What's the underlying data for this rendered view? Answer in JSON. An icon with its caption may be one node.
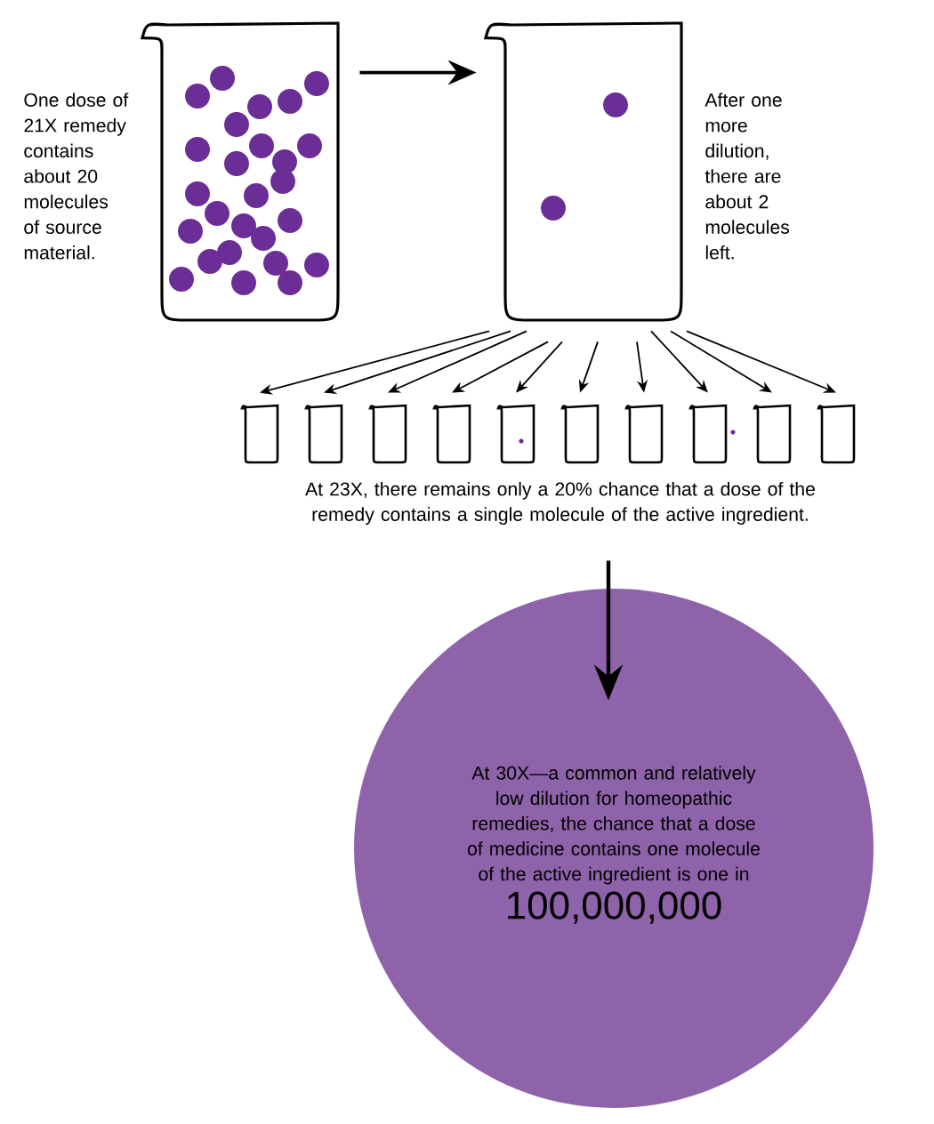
{
  "diagram": {
    "nodes": [
      {
        "text": [],
        "shape": "picture",
        "beside": [
          "One dose of 21X remedy contains about 20 molecules of source material."
        ]
      },
      {
        "text": [],
        "shape": "picture",
        "beside": [
          "After one more dilution, there are about 2 molecules left."
        ]
      },
      {
        "text": [],
        "shape": "picture"
      },
      {
        "text": [],
        "shape": "picture"
      },
      {
        "text": [],
        "shape": "picture"
      },
      {
        "text": [],
        "shape": "picture"
      },
      {
        "text": [],
        "shape": "picture"
      },
      {
        "text": [],
        "shape": "picture"
      },
      {
        "text": [],
        "shape": "picture"
      },
      {
        "text": [],
        "shape": "picture"
      },
      {
        "text": [],
        "shape": "picture"
      },
      {
        "text": [],
        "shape": "picture"
      },
      {
        "text": [
          "At 23X, there remains only a 20% chance that a dose of the remedy contains a single molecule of the active ingredient."
        ]
      },
      {
        "text": [
          "At 30X—a common and relatively low dilution for homeopathic remedies, the chance that a dose of medicine contains one molecule of the active ingredient is one in",
          "100,000,000"
        ]
      }
    ],
    "edges": [
      {
        "from": 0,
        "to": 1,
        "arrow": "to"
      },
      {
        "from": 1,
        "to": 2,
        "arrow": "to"
      },
      {
        "from": 1,
        "to": 3,
        "arrow": "to"
      },
      {
        "from": 1,
        "to": 4,
        "arrow": "to"
      },
      {
        "from": 1,
        "to": 5,
        "arrow": "to"
      },
      {
        "from": 1,
        "to": 6,
        "arrow": "to"
      },
      {
        "from": 1,
        "to": 7,
        "arrow": "to"
      },
      {
        "from": 1,
        "to": 8,
        "arrow": "to"
      },
      {
        "from": 1,
        "to": 9,
        "arrow": "to"
      },
      {
        "from": 1,
        "to": 10,
        "arrow": "to"
      },
      {
        "from": 1,
        "to": 11,
        "arrow": "to"
      },
      {
        "from": 12,
        "to": 13,
        "arrow": "to"
      }
    ]
  }
}
